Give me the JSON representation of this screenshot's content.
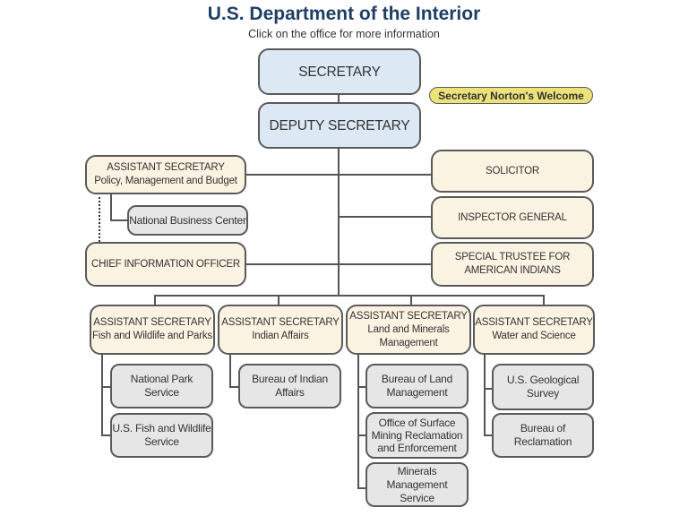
{
  "header": {
    "title": "U.S. Department of the Interior",
    "subtitle": "Click on the office for more information"
  },
  "welcome_button": "Secretary Norton's Welcome",
  "top": {
    "secretary": "SECRETARY",
    "deputy": "DEPUTY SECRETARY"
  },
  "staff_left": {
    "pmb_title": "ASSISTANT SECRETARY",
    "pmb_sub": "Policy, Management and Budget",
    "nbc": "National Business Center",
    "cio": "CHIEF INFORMATION OFFICER"
  },
  "staff_right": {
    "solicitor": "SOLICITOR",
    "inspector": "INSPECTOR GENERAL",
    "trustee_l1": "SPECIAL TRUSTEE FOR",
    "trustee_l2": "AMERICAN INDIANS"
  },
  "assistants": [
    {
      "title": "ASSISTANT SECRETARY",
      "sub": "Fish and Wildlife and Parks",
      "bureaus": [
        {
          "l1": "National Park Service"
        },
        {
          "l1": "U.S. Fish and Wildlife",
          "l2": "Service"
        }
      ]
    },
    {
      "title": "ASSISTANT SECRETARY",
      "sub": "Indian Affairs",
      "bureaus": [
        {
          "l1": "Bureau of Indian",
          "l2": "Affairs"
        }
      ]
    },
    {
      "title": "ASSISTANT SECRETARY",
      "sub": "Land and Minerals",
      "sub2": "Management",
      "bureaus": [
        {
          "l1": "Bureau of Land",
          "l2": "Management"
        },
        {
          "l1": "Office of Surface",
          "l2": "Mining Reclamation",
          "l3": "and Enforcement"
        },
        {
          "l1": "Minerals Management",
          "l2": "Service"
        }
      ]
    },
    {
      "title": "ASSISTANT SECRETARY",
      "sub": "Water and Science",
      "bureaus": [
        {
          "l1": "U.S. Geological Survey"
        },
        {
          "l1": "Bureau of Reclamation"
        }
      ]
    }
  ],
  "colors": {
    "title": "#1f3e66",
    "executive_box": "#dce8f3",
    "office_box": "#fbf3e2",
    "bureau_box": "#e6e6e6",
    "welcome_button": "#ebe27a"
  }
}
